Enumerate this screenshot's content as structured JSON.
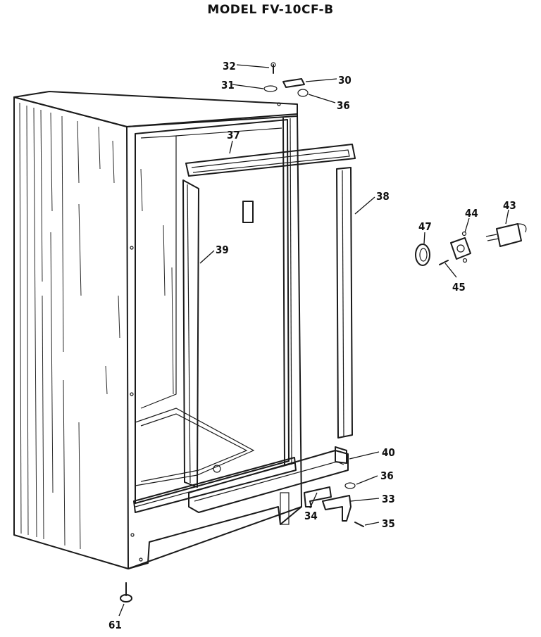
{
  "title": "MODEL FV-10CF-B",
  "parts": {
    "p32": "32",
    "p30": "30",
    "p31": "31",
    "p36a": "36",
    "p37": "37",
    "p38": "38",
    "p39": "39",
    "p47": "47",
    "p44": "44",
    "p43": "43",
    "p45": "45",
    "p40": "40",
    "p36b": "36",
    "p33": "33",
    "p34": "34",
    "p35": "35",
    "p61": "61"
  }
}
